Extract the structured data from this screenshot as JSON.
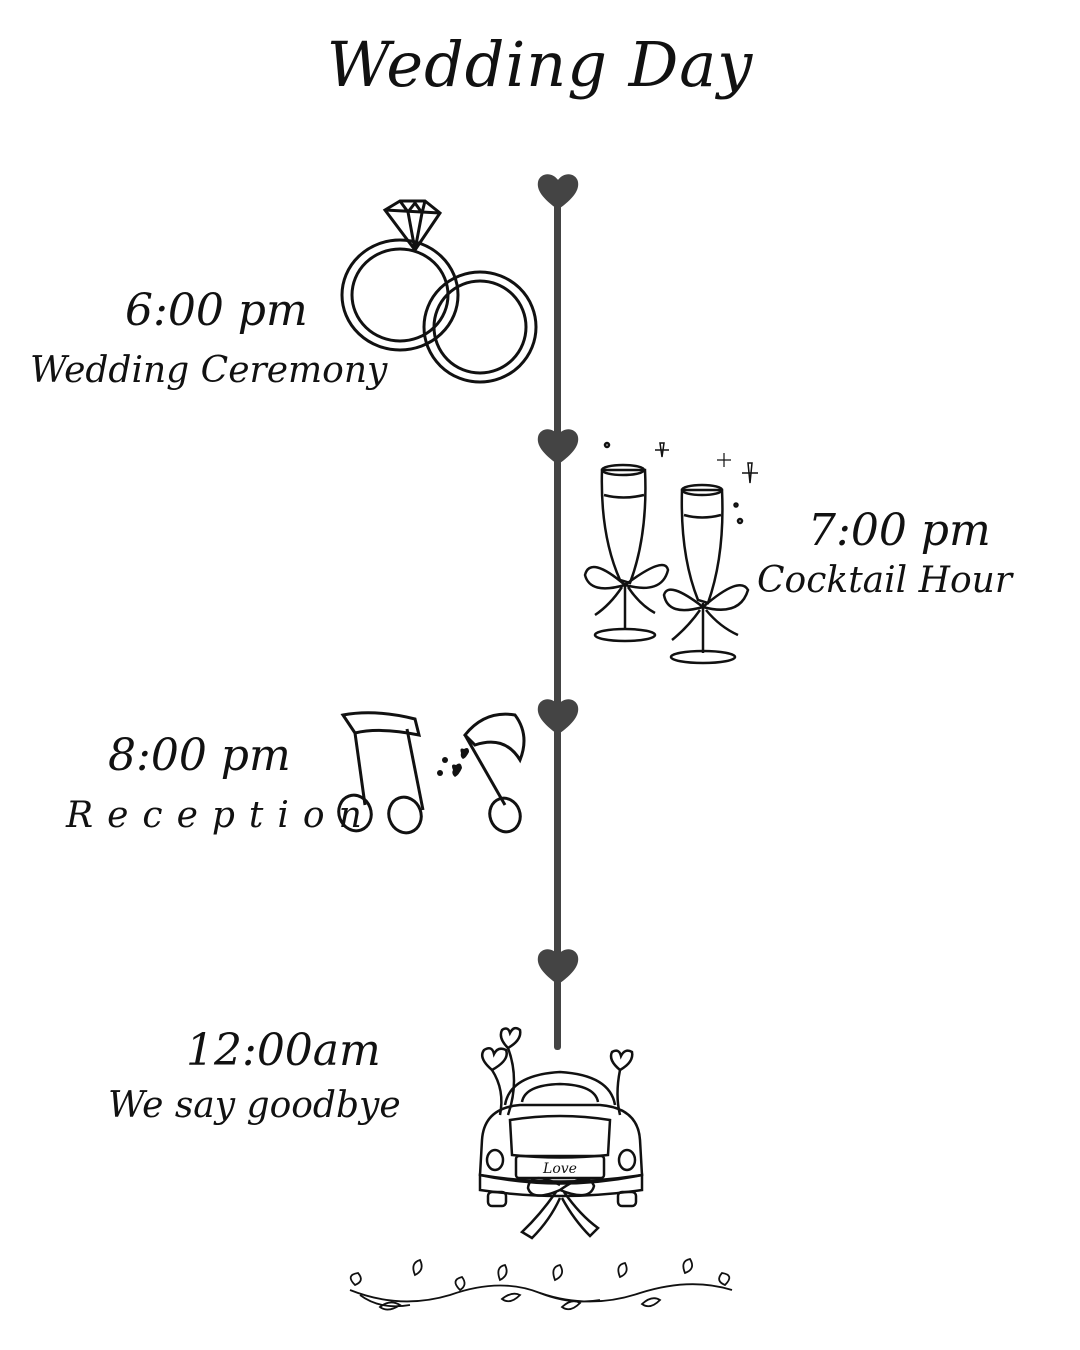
{
  "title": "Wedding Day",
  "colors": {
    "ink": "#111111",
    "timeline": "#444444",
    "background": "#ffffff"
  },
  "events": [
    {
      "time": "6:00 pm",
      "name": "Wedding Ceremony",
      "icon": "wedding-rings-icon"
    },
    {
      "time": "7:00 pm",
      "name": "Cocktail Hour",
      "icon": "champagne-glasses-icon"
    },
    {
      "time": "8:00 pm",
      "name": "Reception",
      "icon": "music-notes-icon"
    },
    {
      "time": "12:00am",
      "name": "We say goodbye",
      "icon": "getaway-car-icon"
    }
  ],
  "car_plate": "Love",
  "decorations": [
    "heart-icon",
    "vine-divider-icon",
    "sparkle-icon"
  ]
}
